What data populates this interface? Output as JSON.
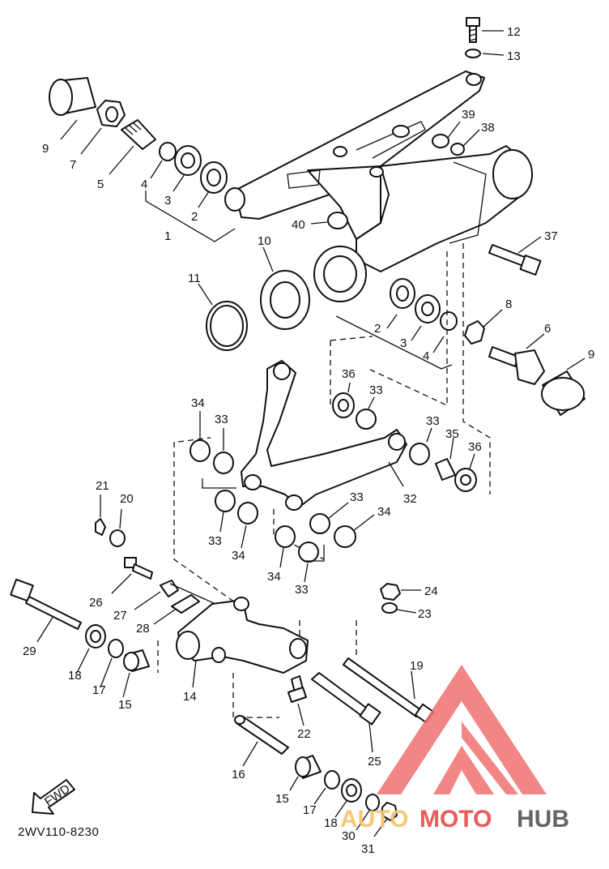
{
  "diagram_code": "2WV110-8230",
  "fwd_label": "FWD",
  "watermark": {
    "text_auto": "AUTO",
    "text_moto": "MOTO",
    "text_hub": "HUB",
    "color_triangle": "#f07070",
    "color_auto": "#f6c36a",
    "color_moto": "#e84a4a",
    "color_hub": "#555555"
  },
  "callouts": [
    "1",
    "2",
    "3",
    "4",
    "5",
    "6",
    "7",
    "8",
    "9",
    "10",
    "11",
    "12",
    "13",
    "14",
    "15",
    "16",
    "17",
    "18",
    "19",
    "20",
    "21",
    "22",
    "23",
    "24",
    "25",
    "26",
    "27",
    "28",
    "29",
    "30",
    "31",
    "32",
    "33",
    "34",
    "35",
    "36",
    "37",
    "38",
    "39",
    "40"
  ]
}
